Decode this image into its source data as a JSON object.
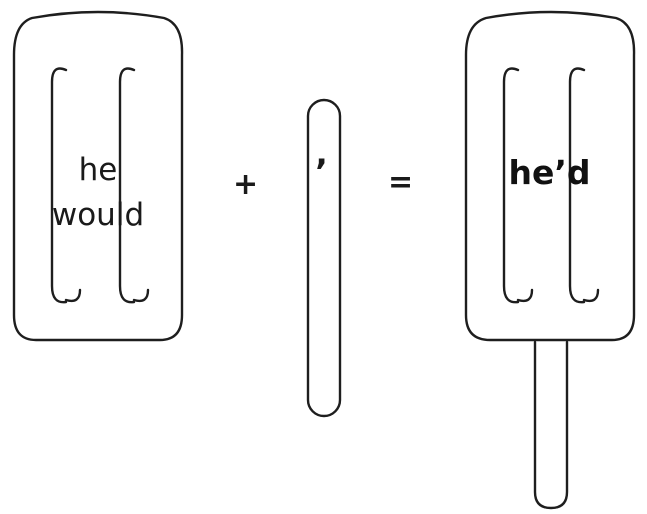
{
  "left_popsicle": {
    "line1": "he",
    "line2": "would"
  },
  "operator_plus": "+",
  "middle_stick": {
    "mark": "’"
  },
  "operator_equals": "=",
  "right_popsicle": {
    "contraction": "he’d"
  }
}
